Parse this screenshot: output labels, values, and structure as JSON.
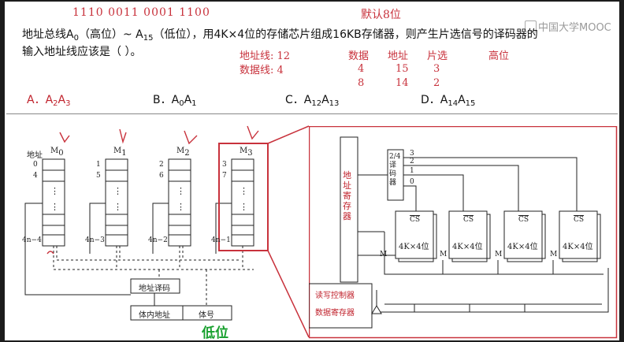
{
  "annotations": {
    "binary": "1110  0011  0001  1100",
    "default_8bit": "默认8位",
    "addr_lines": "地址线: 12",
    "data_lines": "数据线: 4",
    "col_data": "数据",
    "col_addr": "地址",
    "col_chip": "片选",
    "col_high": "高位",
    "row1": [
      "4",
      "15",
      "3"
    ],
    "row2": [
      "8",
      "14",
      "2"
    ],
    "low_bits": "低位"
  },
  "logo": "中国大学MOOC",
  "question": {
    "line1": [
      "地址总线A",
      "0",
      "（高位）~ A",
      "15",
      "（低位），用4K×4位的存储芯片组成16KB存储器，则产生片选信号的译码器的"
    ],
    "line2": "输入地址线应该是（     ）。"
  },
  "choices": [
    {
      "letter": "A．A",
      "s1": "2",
      "mid": "A",
      "s2": "3"
    },
    {
      "letter": "B．A",
      "s1": "0",
      "mid": "A",
      "s2": "1"
    },
    {
      "letter": "C．A",
      "s1": "12",
      "mid": "A",
      "s2": "13"
    },
    {
      "letter": "D．A",
      "s1": "14",
      "mid": "A",
      "s2": "15"
    }
  ],
  "left_diagram": {
    "addr_header": "地址",
    "modules": [
      {
        "name": "M",
        "sub": "0",
        "addrs": [
          "0",
          "4"
        ],
        "last": "4n−4"
      },
      {
        "name": "M",
        "sub": "1",
        "addrs": [
          "1",
          "5"
        ],
        "last": "4n−3"
      },
      {
        "name": "M",
        "sub": "2",
        "addrs": [
          "2",
          "6"
        ],
        "last": "4n−2"
      },
      {
        "name": "M",
        "sub": "3",
        "addrs": [
          "3",
          "7"
        ],
        "last": "4n−1"
      }
    ],
    "ellipsis": "⋮",
    "addr_decoder": "地址译码",
    "in_body_addr": "体内地址",
    "body_no": "体号"
  },
  "right_diagram": {
    "addr_register": [
      "地",
      "址",
      "寄",
      "存",
      "器"
    ],
    "decoder": [
      "2/4",
      "译",
      "码",
      "器"
    ],
    "decoder_outputs": [
      "3",
      "2",
      "1",
      "0"
    ],
    "chip_label": "4K×4位",
    "cs": "CS",
    "m": "M",
    "rw_ctrl": "读写控制器",
    "data_register": "数据寄存器"
  }
}
